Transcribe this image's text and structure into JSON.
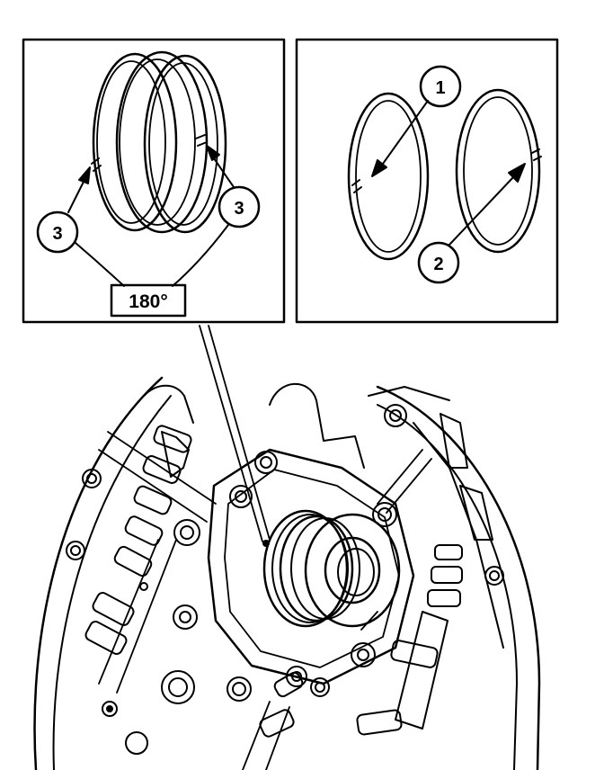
{
  "callouts": {
    "c1": "1",
    "c2": "2",
    "c3_left": "3",
    "c3_right": "3"
  },
  "angle_label": "180°",
  "colors": {
    "ink": "#000000",
    "paper": "#ffffff"
  }
}
